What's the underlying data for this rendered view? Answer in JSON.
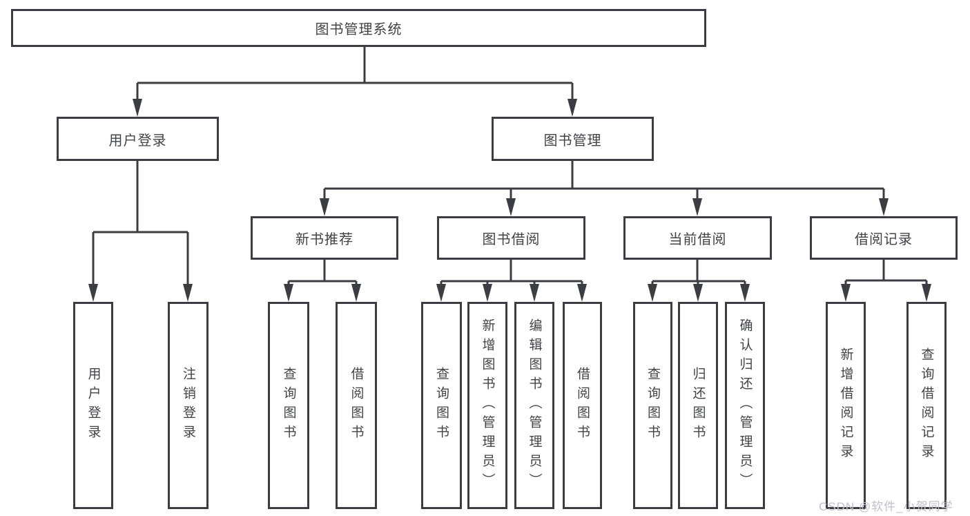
{
  "nodes": {
    "root": "图书管理系统",
    "user_login": "用户登录",
    "book_mgmt": "图书管理",
    "new_book_rec": "新书推荐",
    "book_borrow": "图书借阅",
    "current_borrow": "当前借阅",
    "borrow_records": "借阅记录",
    "leaf_user_login": "用户登录",
    "leaf_logout": "注销登录",
    "leaf_query_book_rec": "查询图书",
    "leaf_borrow_book_rec": "借阅图书",
    "leaf_query_book_borrow": "查询图书",
    "leaf_add_book_admin": "新增图书（管理员）",
    "leaf_edit_book_admin": "编辑图书（管理员）",
    "leaf_borrow_book_borrow": "借阅图书",
    "leaf_query_book_current": "查询图书",
    "leaf_return_book": "归还图书",
    "leaf_confirm_return_admin": "确认归还（管理员）",
    "leaf_add_borrow_record": "新增借阅记录",
    "leaf_query_borrow_record": "查询借阅记录"
  },
  "watermark": "CSDN @软件_小贺同学",
  "colors": {
    "line": "#3a3e42",
    "text": "#404448",
    "background": "#ffffff",
    "watermark": "#c0c1cb"
  }
}
